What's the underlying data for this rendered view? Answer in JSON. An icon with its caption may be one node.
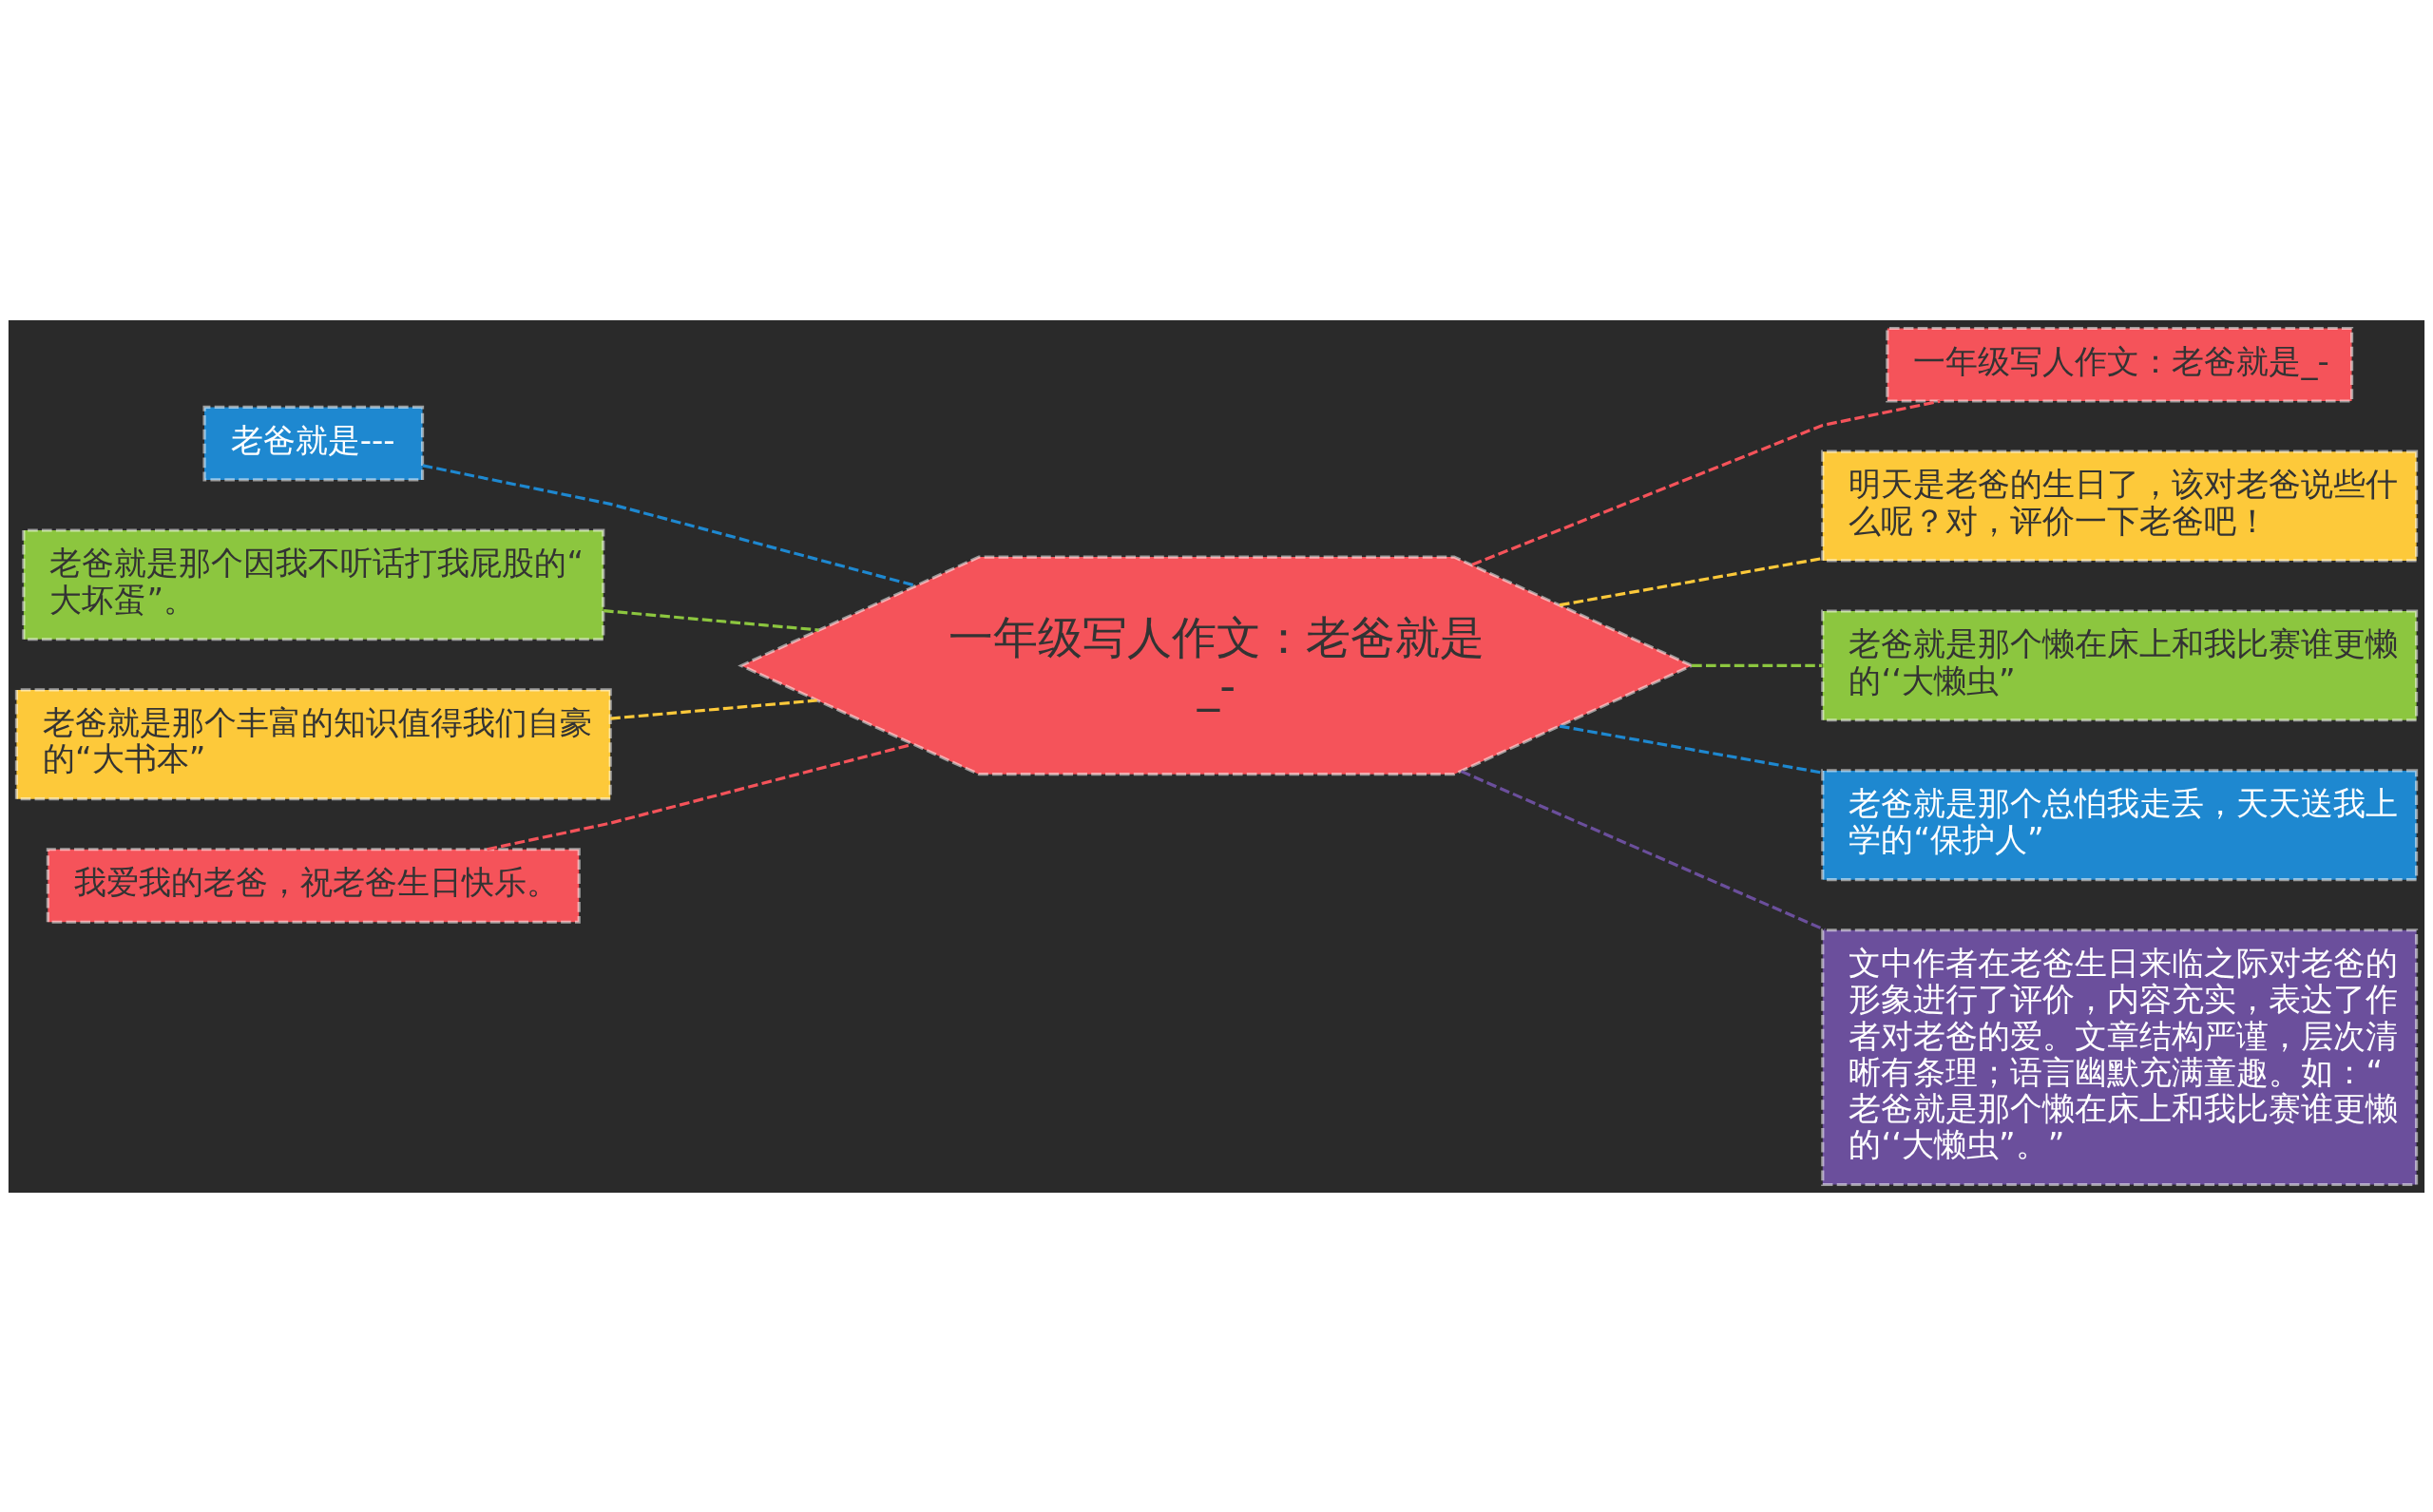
{
  "diagram": {
    "nodes": [
      {
        "text": [
          "一年级写人作文：老爸就是_-"
        ]
      },
      {
        "text": [
          "老爸就是---"
        ]
      },
      {
        "text": [
          "老爸就是那个因我不听话打我屁股的“大坏蛋”。"
        ]
      },
      {
        "text": [
          "老爸就是那个丰富的知识值得我们自豪的“大书本”"
        ]
      },
      {
        "text": [
          "我爱我的老爸，祝老爸生日快乐。"
        ]
      },
      {
        "text": [
          "一年级写人作文：老爸就是_-"
        ]
      },
      {
        "text": [
          "明天是老爸的生日了，该对老爸说些什么呢？对，评价一下老爸吧！"
        ]
      },
      {
        "text": [
          "老爸就是那个懒在床上和我比赛谁更懒的‘‘大懒虫”"
        ]
      },
      {
        "text": [
          "老爸就是那个总怕我走丢，天天送我上学的“保护人”"
        ]
      },
      {
        "text": [
          "文中作者在老爸生日来临之际对老爸的形象进行了评价，内容充实，表达了作者对老爸的爱。文章结构严谨，层次清晰有条理；语言幽默充满童趣。如：“老爸就是那个懒在床上和我比赛谁更懒的‘‘大懒虫”。”"
        ]
      }
    ],
    "edges": [
      {
        "from": 0,
        "to": 1,
        "arrow": "none",
        "style": "dashed",
        "color": "#1e88d0"
      },
      {
        "from": 0,
        "to": 2,
        "arrow": "none",
        "style": "dashed",
        "color": "#8cc63f"
      },
      {
        "from": 0,
        "to": 3,
        "arrow": "none",
        "style": "dashed",
        "color": "#fdc93a"
      },
      {
        "from": 0,
        "to": 4,
        "arrow": "none",
        "style": "dashed",
        "color": "#f5535a"
      },
      {
        "from": 0,
        "to": 5,
        "arrow": "none",
        "style": "dashed",
        "color": "#f5535a"
      },
      {
        "from": 0,
        "to": 6,
        "arrow": "none",
        "style": "dashed",
        "color": "#fdc93a"
      },
      {
        "from": 0,
        "to": 7,
        "arrow": "none",
        "style": "dashed",
        "color": "#8cc63f"
      },
      {
        "from": 0,
        "to": 8,
        "arrow": "none",
        "style": "dashed",
        "color": "#1e88d0"
      },
      {
        "from": 0,
        "to": 9,
        "arrow": "none",
        "style": "dashed",
        "color": "#6b4f9c"
      }
    ]
  }
}
